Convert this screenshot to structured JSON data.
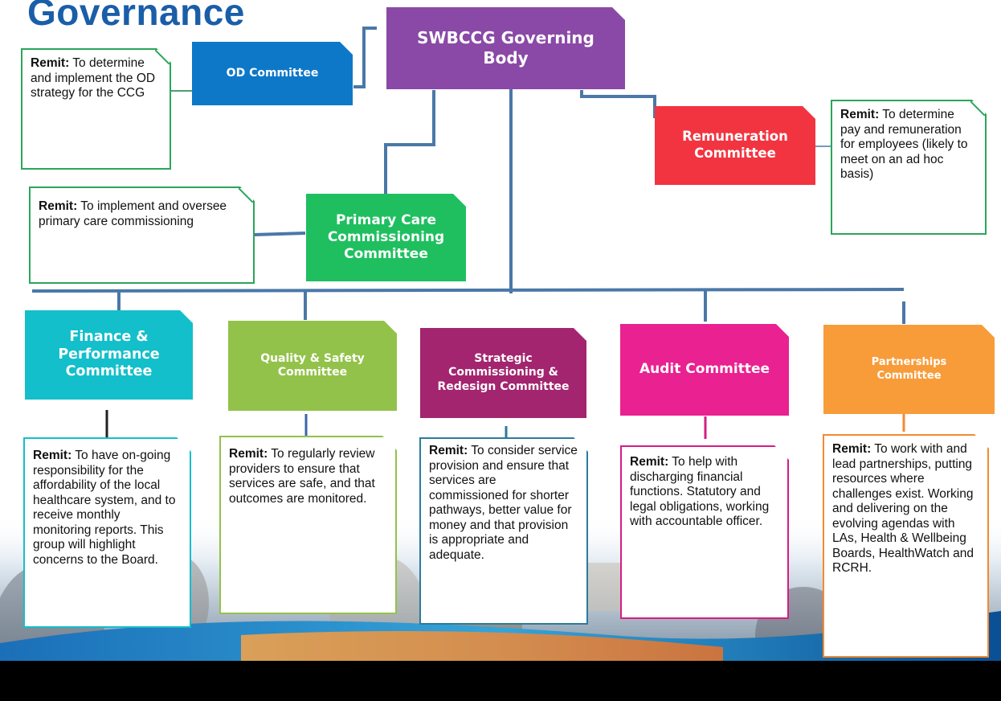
{
  "page": {
    "title": "Governance"
  },
  "colors": {
    "purple": "#8a49a6",
    "blue": "#0e78c8",
    "red": "#f23440",
    "green": "#1fbf5f",
    "teal": "#13bfca",
    "lime": "#93c24a",
    "maroon": "#a3256f",
    "magenta": "#ea2190",
    "orange": "#f89c3a",
    "connector": "#4a78a8"
  },
  "nodes": {
    "governing_body": "SWBCCG Governing Body",
    "od": "OD Committee",
    "remuneration": "Remuneration Committee",
    "primary_care": "Primary Care Commissioning Committee",
    "finance": "Finance & Performance Committee",
    "quality": "Quality & Safety Committee",
    "strategic": "Strategic Commissioning & Redesign Committee",
    "audit": "Audit Committee",
    "partnerships": "Partnerships Committee"
  },
  "remits": {
    "label": "Remit:",
    "od": "To determine and implement the OD strategy for the CCG",
    "remuneration": "To determine pay and remuneration for employees (likely to meet on an ad hoc basis)",
    "primary_care": "To implement and oversee primary care commissioning",
    "finance": "To have on-going responsibility for the affordability of the local healthcare system, and to receive monthly monitoring reports. This group will highlight concerns to the Board.",
    "quality": "To regularly review providers to ensure that services are safe, and that outcomes are monitored.",
    "strategic": "To consider service provision and ensure that services are commissioned for shorter pathways, better value for money and that provision is appropriate and adequate.",
    "audit": "To help with discharging financial functions. Statutory and legal obligations, working with accountable officer.",
    "partnerships": "To work with and lead partnerships, putting resources where challenges exist. Working and delivering on the evolving agendas with LAs, Health & Wellbeing Boards, HealthWatch and RCRH."
  }
}
